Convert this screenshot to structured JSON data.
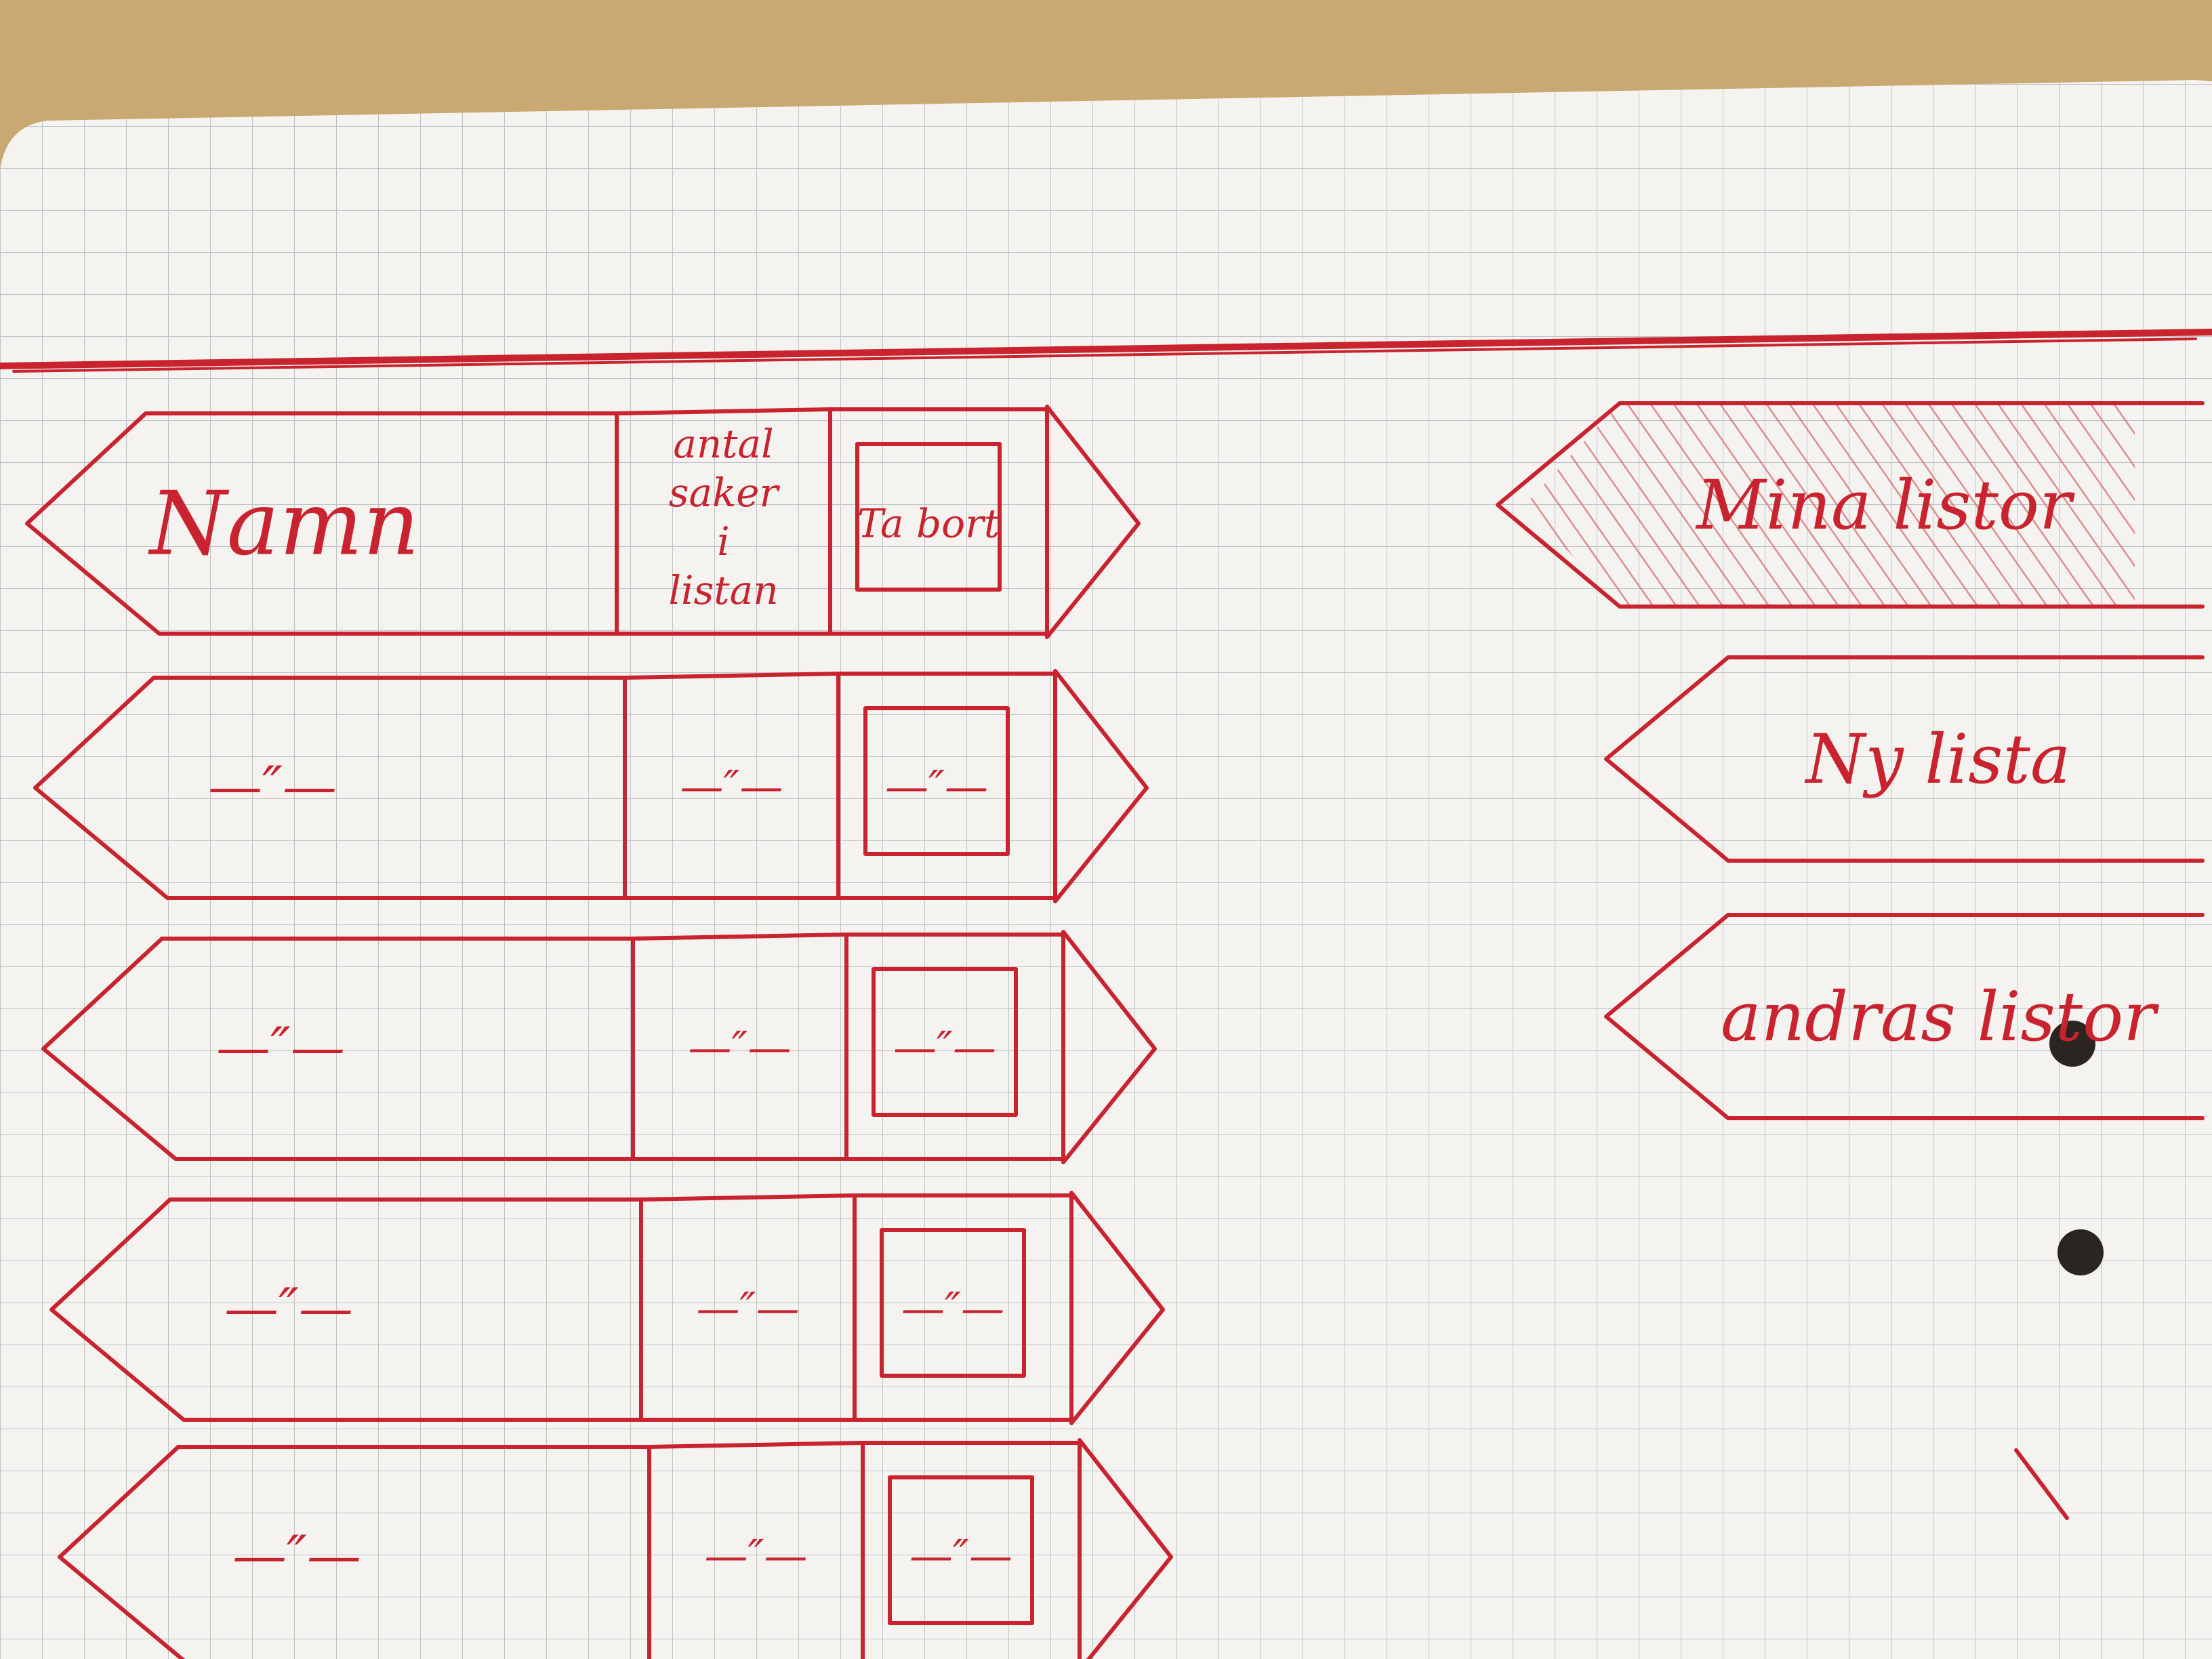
{
  "colors": {
    "desk": "#c9a871",
    "paper": "#f4f3ef",
    "grid": "#b9bcc4",
    "ink": "#c8232e"
  },
  "header_row": {
    "name": "Namn",
    "count_lines": [
      "antal",
      "saker",
      "i",
      "listan"
    ],
    "delete": "Ta bort"
  },
  "ditto_mark": "—″—",
  "row_count": 4,
  "side_buttons": [
    {
      "label": "Mina listor",
      "selected": true
    },
    {
      "label": "Ny lista",
      "selected": false
    },
    {
      "label": "andras listor",
      "selected": false
    }
  ]
}
